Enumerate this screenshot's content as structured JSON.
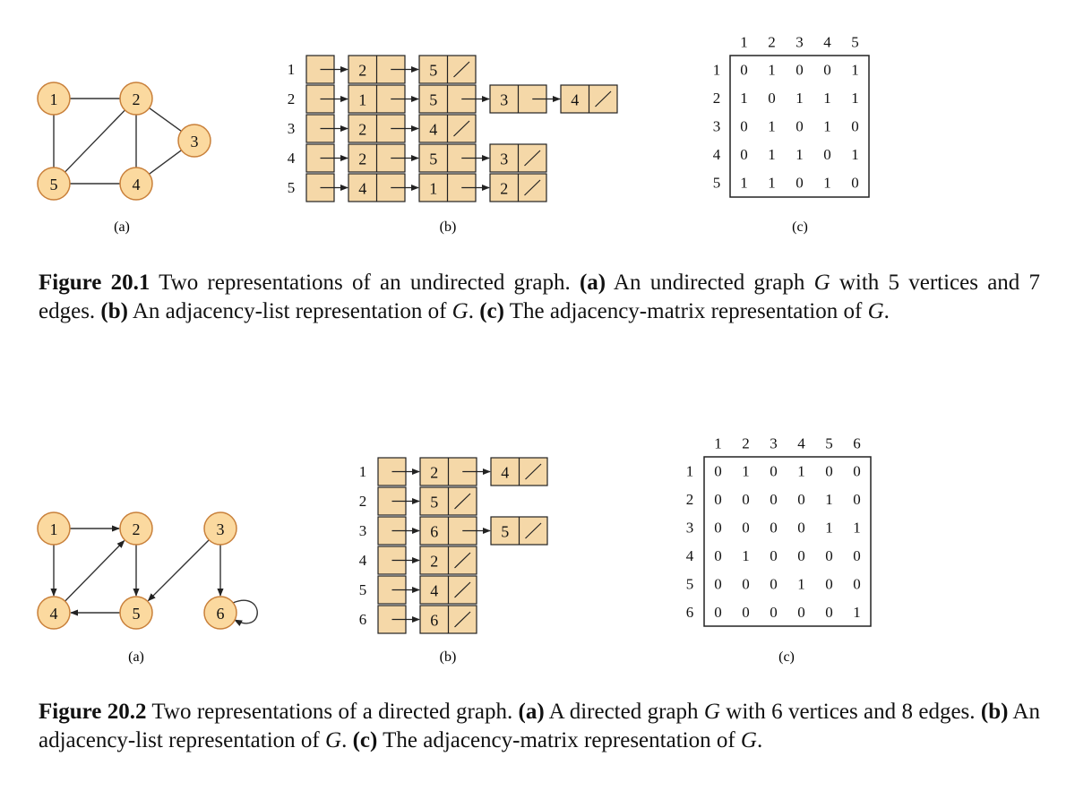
{
  "colors": {
    "node_fill": "#fbd99f",
    "node_stroke": "#c9803a",
    "cell_fill": "#f5d8a8",
    "line": "#333333"
  },
  "figures": [
    {
      "id": "fig1",
      "sublabels": {
        "a": "(a)",
        "b": "(b)",
        "c": "(c)"
      },
      "graph": {
        "directed": false,
        "vertices": [
          "1",
          "2",
          "3",
          "4",
          "5"
        ],
        "edges": [
          [
            "1",
            "2"
          ],
          [
            "1",
            "5"
          ],
          [
            "2",
            "5"
          ],
          [
            "2",
            "3"
          ],
          [
            "2",
            "4"
          ],
          [
            "3",
            "4"
          ],
          [
            "4",
            "5"
          ]
        ]
      },
      "adj_list": {
        "rows": [
          "1",
          "2",
          "3",
          "4",
          "5"
        ],
        "lists": [
          [
            "2",
            "5"
          ],
          [
            "1",
            "5",
            "3",
            "4"
          ],
          [
            "2",
            "4"
          ],
          [
            "2",
            "5",
            "3"
          ],
          [
            "4",
            "1",
            "2"
          ]
        ]
      },
      "matrix": {
        "cols": [
          "1",
          "2",
          "3",
          "4",
          "5"
        ],
        "rows": [
          "1",
          "2",
          "3",
          "4",
          "5"
        ],
        "cells": [
          [
            "0",
            "1",
            "0",
            "0",
            "1"
          ],
          [
            "1",
            "0",
            "1",
            "1",
            "1"
          ],
          [
            "0",
            "1",
            "0",
            "1",
            "0"
          ],
          [
            "0",
            "1",
            "1",
            "0",
            "1"
          ],
          [
            "1",
            "1",
            "0",
            "1",
            "0"
          ]
        ]
      },
      "caption": {
        "title": "Figure 20.1",
        "t1": " Two representations of an undirected graph. ",
        "b1": "(a)",
        "t2": " An undirected graph ",
        "g1": "G",
        "t3": " with 5 vertices and 7 edges. ",
        "b2": "(b)",
        "t4": " An adjacency-list representation of ",
        "g2": "G",
        "t5": ". ",
        "b3": "(c)",
        "t6": " The adjacency-matrix representation of ",
        "g3": "G",
        "t7": "."
      }
    },
    {
      "id": "fig2",
      "sublabels": {
        "a": "(a)",
        "b": "(b)",
        "c": "(c)"
      },
      "graph": {
        "directed": true,
        "vertices": [
          "1",
          "2",
          "3",
          "4",
          "5",
          "6"
        ],
        "edges": [
          [
            "1",
            "2"
          ],
          [
            "1",
            "4"
          ],
          [
            "2",
            "5"
          ],
          [
            "3",
            "5"
          ],
          [
            "3",
            "6"
          ],
          [
            "4",
            "2"
          ],
          [
            "5",
            "4"
          ],
          [
            "6",
            "6"
          ]
        ]
      },
      "adj_list": {
        "rows": [
          "1",
          "2",
          "3",
          "4",
          "5",
          "6"
        ],
        "lists": [
          [
            "2",
            "4"
          ],
          [
            "5"
          ],
          [
            "6",
            "5"
          ],
          [
            "2"
          ],
          [
            "4"
          ],
          [
            "6"
          ]
        ]
      },
      "matrix": {
        "cols": [
          "1",
          "2",
          "3",
          "4",
          "5",
          "6"
        ],
        "rows": [
          "1",
          "2",
          "3",
          "4",
          "5",
          "6"
        ],
        "cells": [
          [
            "0",
            "1",
            "0",
            "1",
            "0",
            "0"
          ],
          [
            "0",
            "0",
            "0",
            "0",
            "1",
            "0"
          ],
          [
            "0",
            "0",
            "0",
            "0",
            "1",
            "1"
          ],
          [
            "0",
            "1",
            "0",
            "0",
            "0",
            "0"
          ],
          [
            "0",
            "0",
            "0",
            "1",
            "0",
            "0"
          ],
          [
            "0",
            "0",
            "0",
            "0",
            "0",
            "1"
          ]
        ]
      },
      "caption": {
        "title": "Figure 20.2",
        "t1": " Two representations of a directed graph. ",
        "b1": "(a)",
        "t2": " A directed graph ",
        "g1": "G",
        "t3": " with 6 vertices and 8 edges. ",
        "b2": "(b)",
        "t4": " An adjacency-list representation of ",
        "g2": "G",
        "t5": ". ",
        "b3": "(c)",
        "t6": " The adjacency-matrix representation of ",
        "g3": "G",
        "t7": "."
      }
    }
  ]
}
